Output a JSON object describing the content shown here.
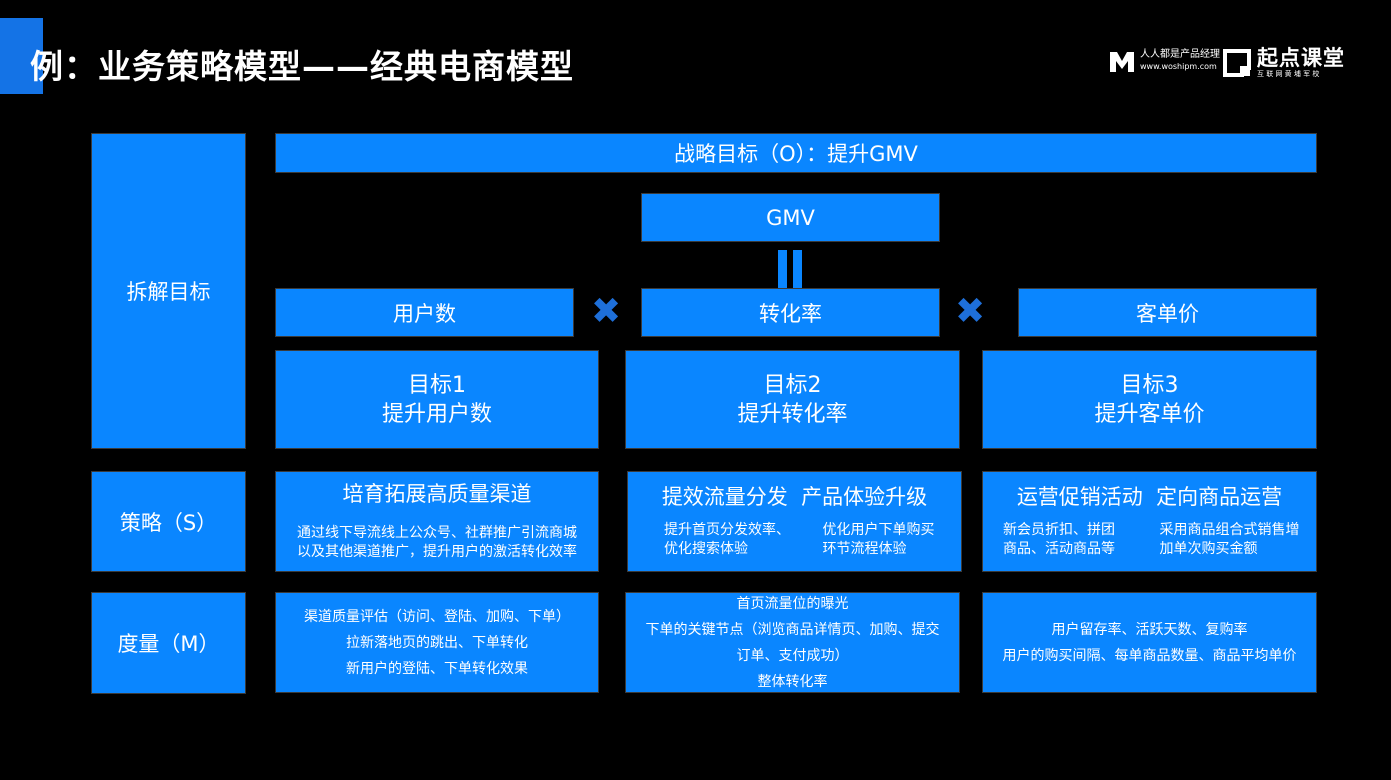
{
  "header": {
    "title": "例：业务策略模型——经典电商模型",
    "brand1_name": "人人都是产品经理",
    "brand1_url": "www.woshipm.com",
    "brand2_name": "起点课堂",
    "brand2_sub": "互 联 网 黄 埔 军 校"
  },
  "rows": {
    "goal_label": "拆解目标",
    "strategy_label": "策略（S）",
    "metric_label": "度量（M）"
  },
  "objective": "战略目标（O）：提升GMV",
  "gmv": "GMV",
  "factors": [
    "用户数",
    "转化率",
    "客单价"
  ],
  "goals": [
    {
      "line1": "目标1",
      "line2": "提升用户数"
    },
    {
      "line1": "目标2",
      "line2": "提升转化率"
    },
    {
      "line1": "目标3",
      "line2": "提升客单价"
    }
  ],
  "strategies": [
    {
      "title": "培育拓展高质量渠道",
      "desc1": "通过线下导流线上公众号、社群推广引流商城",
      "desc2": "以及其他渠道推广，提升用户的激活转化效率"
    },
    {
      "title": "提效流量分发  产品体验升级",
      "left1": "提升首页分发效率、",
      "left2": "优化搜索体验",
      "right1": "优化用户下单购买",
      "right2": "环节流程体验"
    },
    {
      "title": "运营促销活动  定向商品运营",
      "left1": "新会员折扣、拼团",
      "left2": "商品、活动商品等",
      "right1": "采用商品组合式销售增",
      "right2": "加单次购买金额"
    }
  ],
  "metrics": [
    [
      "渠道质量评估（访问、登陆、加购、下单）",
      "拉新落地页的跳出、下单转化",
      "新用户的登陆、下单转化效果"
    ],
    [
      "首页流量位的曝光",
      "下单的关键节点（浏览商品详情页、加购、提交",
      "订单、支付成功）",
      "整体转化率"
    ],
    [
      "用户留存率、活跃天数、复购率",
      "用户的购买间隔、每单商品数量、商品平均单价"
    ]
  ],
  "colors": {
    "box": "#0a86ff",
    "accent": "#1473e6",
    "background": "#000000",
    "operator": "#1e6fd9"
  }
}
